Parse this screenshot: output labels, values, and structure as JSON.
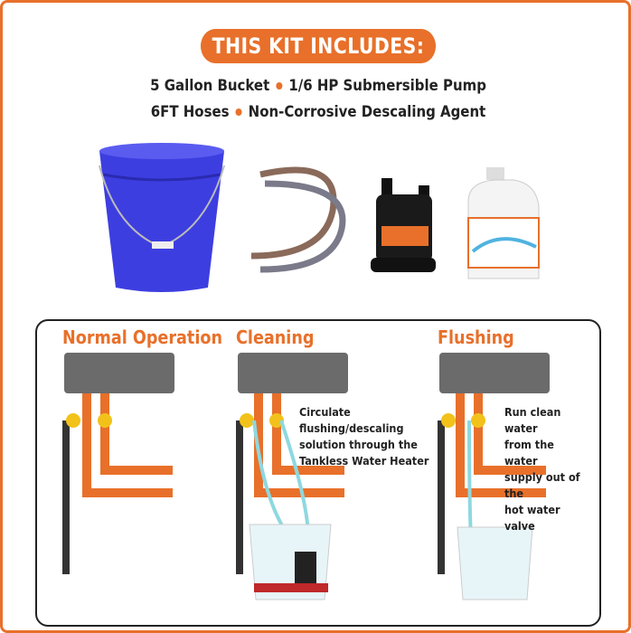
{
  "header": {
    "title": "THIS KIT INCLUDES:"
  },
  "items_line1": [
    "5 Gallon Bucket",
    "1/6 HP Submersible Pump"
  ],
  "items_line2": [
    "6FT Hoses",
    "Non-Corrosive Descaling Agent"
  ],
  "colors": {
    "accent": "#e8702a",
    "bucket": "#3d3ee0",
    "panel_border": "#222222"
  },
  "stages": [
    {
      "title": "Normal Operation",
      "caption": []
    },
    {
      "title": "Cleaning",
      "caption": [
        "Circulate",
        "flushing/descaling",
        "solution through the",
        "Tankless Water Heater"
      ]
    },
    {
      "title": "Flushing",
      "caption": [
        "Run clean water",
        "from the water",
        "supply out of the",
        "hot water valve"
      ]
    }
  ]
}
